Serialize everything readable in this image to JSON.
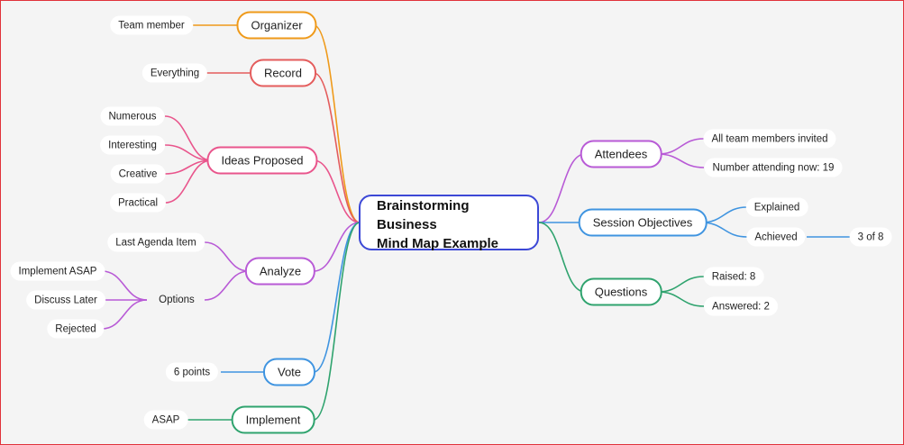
{
  "central": {
    "line1": "Brainstorming Business",
    "line2": "Mind Map Example"
  },
  "colors": {
    "orange": "#ef9a1a",
    "red": "#e45c5c",
    "pink": "#e9558c",
    "purple": "#b85ad6",
    "blue": "#3f94e0",
    "green": "#2fa36e",
    "central_border": "#3c48d6"
  },
  "left_branches": {
    "organizer": {
      "label": "Organizer",
      "leaves": [
        "Team member"
      ]
    },
    "record": {
      "label": "Record",
      "leaves": [
        "Everything"
      ]
    },
    "ideas": {
      "label": "Ideas Proposed",
      "leaves": [
        "Numerous",
        "Interesting",
        "Creative",
        "Practical"
      ]
    },
    "analyze": {
      "label": "Analyze",
      "leaves": [
        "Last Agenda Item"
      ],
      "options": {
        "label": "Options",
        "leaves": [
          "Implement ASAP",
          "Discuss Later",
          "Rejected"
        ]
      }
    },
    "vote": {
      "label": "Vote",
      "leaves": [
        "6 points"
      ]
    },
    "implement": {
      "label": "Implement",
      "leaves": [
        "ASAP"
      ]
    }
  },
  "right_branches": {
    "attendees": {
      "label": "Attendees",
      "leaves": [
        "All team members invited",
        "Number attending now: 19"
      ]
    },
    "objectives": {
      "label": "Session Objectives",
      "leaves": [
        "Explained",
        "Achieved"
      ],
      "achieved_detail": "3 of 8"
    },
    "questions": {
      "label": "Questions",
      "leaves": [
        "Raised: 8",
        "Answered: 2"
      ]
    }
  }
}
